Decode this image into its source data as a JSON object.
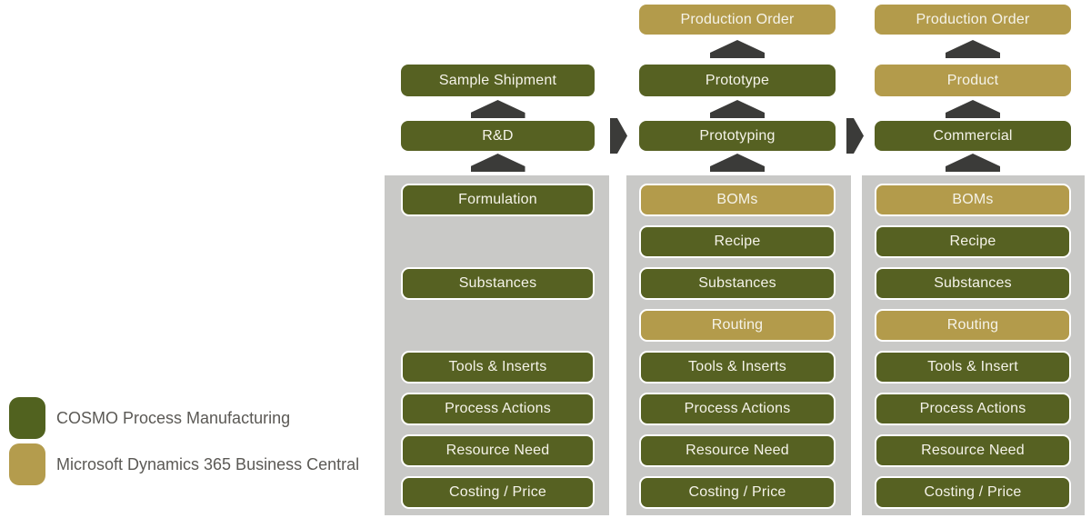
{
  "palette": {
    "green": "#566122",
    "gold": "#b39b4b",
    "arrow": "#3b3b39",
    "panel_gray": "#c9c9c7",
    "box_text": "#f5f3e9"
  },
  "legend": {
    "items": [
      {
        "label": "COSMO Process Manufacturing",
        "swatch_color": "#51621f"
      },
      {
        "label": "Microsoft Dynamics 365 Business Central",
        "swatch_color": "#b49c4d"
      }
    ]
  },
  "columns": [
    {
      "name": "rd",
      "stack": [
        {
          "label": "Sample Shipment",
          "color": "green"
        },
        {
          "label": "R&D",
          "color": "green"
        }
      ],
      "panel_items": [
        {
          "label": "Formulation",
          "color": "green"
        },
        null,
        {
          "label": "Substances",
          "color": "green"
        },
        null,
        {
          "label": "Tools & Inserts",
          "color": "green"
        },
        {
          "label": "Process Actions",
          "color": "green"
        },
        {
          "label": "Resource Need",
          "color": "green"
        },
        {
          "label": "Costing / Price",
          "color": "green"
        }
      ]
    },
    {
      "name": "prototyping",
      "stack": [
        {
          "label": "Production Order",
          "color": "gold"
        },
        {
          "label": "Prototype",
          "color": "green"
        },
        {
          "label": "Prototyping",
          "color": "green"
        }
      ],
      "panel_items": [
        {
          "label": "BOMs",
          "color": "gold"
        },
        {
          "label": "Recipe",
          "color": "green"
        },
        {
          "label": "Substances",
          "color": "green"
        },
        {
          "label": "Routing",
          "color": "gold"
        },
        {
          "label": "Tools & Inserts",
          "color": "green"
        },
        {
          "label": "Process Actions",
          "color": "green"
        },
        {
          "label": "Resource Need",
          "color": "green"
        },
        {
          "label": "Costing / Price",
          "color": "green"
        }
      ]
    },
    {
      "name": "commercial",
      "stack": [
        {
          "label": "Production Order",
          "color": "gold"
        },
        {
          "label": "Product",
          "color": "gold"
        },
        {
          "label": "Commercial",
          "color": "green"
        }
      ],
      "panel_items": [
        {
          "label": "BOMs",
          "color": "gold"
        },
        {
          "label": "Recipe",
          "color": "green"
        },
        {
          "label": "Substances",
          "color": "green"
        },
        {
          "label": "Routing",
          "color": "gold"
        },
        {
          "label": "Tools & Insert",
          "color": "green"
        },
        {
          "label": "Process Actions",
          "color": "green"
        },
        {
          "label": "Resource Need",
          "color": "green"
        },
        {
          "label": "Costing / Price",
          "color": "green"
        }
      ]
    }
  ]
}
